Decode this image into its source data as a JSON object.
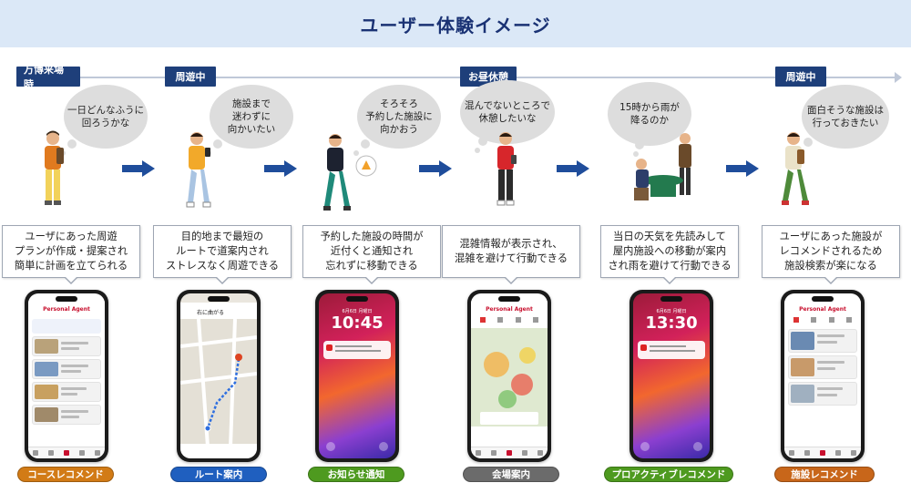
{
  "title": "ユーザー体験イメージ",
  "phases": [
    "万博来場時",
    "周遊中",
    "お昼休憩",
    "周遊中"
  ],
  "steps": [
    {
      "thought": "一日どんなふうに\n回ろうかな",
      "description": "ユーザにあった周遊\nプランが作成・提案され\n簡単に計画を立てられる",
      "label": "コースレコメンド",
      "label_color": "#d27b16"
    },
    {
      "thought": "施設まで\n迷わずに\n向かいたい",
      "description": "目的地まで最短の\nルートで道案内され\nストレスなく周遊できる",
      "label": "ルート案内",
      "label_color": "#1f5fbf",
      "screen_heading": "右に曲がる"
    },
    {
      "thought": "そろそろ\n予約した施設に\n向かおう",
      "description": "予約した施設の時間が\n近付くと通知され\n忘れずに移動できる",
      "label": "お知らせ通知",
      "label_color": "#4e9a1f",
      "lock_date": "6月6日 月曜日",
      "lock_time": "10:45"
    },
    {
      "thought": "混んでないところで\n休憩したいな",
      "description": "混雑情報が表示され、\n混雑を避けて行動できる",
      "label": "会場案内",
      "label_color": "#6b6b6b"
    },
    {
      "thought": "15時から雨が\n降るのか",
      "description": "当日の天気を先読みして\n屋内施設への移動が案内\nされ雨を避けて行動できる",
      "label": "プロアクティブレコメンド",
      "label_color": "#4e9a1f",
      "lock_date": "6月6日 月曜日",
      "lock_time": "13:30"
    },
    {
      "thought": "面白そうな施設は\n行っておきたい",
      "description": "ユーザにあった施設が\nレコメンドされるため\n施設検索が楽になる",
      "label": "施設レコメンド",
      "label_color": "#c8661a"
    }
  ],
  "app_name": "Personal Agent",
  "colors": {
    "banner_bg": "#dbe8f7",
    "phase_bg": "#1e3f7a",
    "arrow": "#1f4d9b"
  }
}
